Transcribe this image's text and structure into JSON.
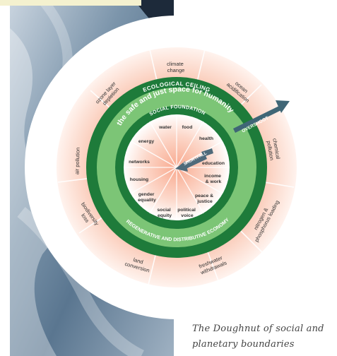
{
  "figure": {
    "caption_line1": "The Doughnut of social and",
    "caption_line2": "planetary boundaries"
  },
  "rings": {
    "ecological_ceiling": "ECOLOGICAL CEILING",
    "safe_space": "the safe and just space for humanity",
    "social_foundation": "SOCIAL FOUNDATION",
    "economy": "REGENERATIVE AND DISTRIBUTIVE ECONOMY"
  },
  "arrows": {
    "overshoot": "OVERSHOOT",
    "shortfall": "SHORTFALL"
  },
  "ecological_labels": {
    "climate_change": [
      "climate",
      "change"
    ],
    "ocean_acidification": [
      "ocean",
      "acidification"
    ],
    "chemical_pollution": [
      "chemical",
      "pollution"
    ],
    "nitrogen_phosphorus": [
      "nitrogen &",
      "phosphorus loading"
    ],
    "freshwater": [
      "freshwater",
      "withdrawals"
    ],
    "land_conversion": [
      "land",
      "conversion"
    ],
    "biodiversity": [
      "biodiversity",
      "loss"
    ],
    "air_pollution": [
      "air pollution"
    ],
    "ozone": [
      "ozone layer",
      "depletion"
    ]
  },
  "social_labels": {
    "water": "water",
    "food": "food",
    "health": "health",
    "education": "education",
    "income": [
      "income",
      "& work"
    ],
    "peace": [
      "peace &",
      "justice"
    ],
    "political_voice": [
      "political",
      "voice"
    ],
    "social_equity": [
      "social",
      "equity"
    ],
    "gender_equality": [
      "gender",
      "equality"
    ],
    "housing": "housing",
    "networks": "networks",
    "energy": "energy"
  },
  "colors": {
    "dark_green": "#1e7b3a",
    "light_green": "#7cc576",
    "salmon": "#f7b9a1",
    "overshoot_arrow": "#3f6676",
    "shortfall_arrow": "#4f6a7a",
    "space_dark": "#233142"
  }
}
